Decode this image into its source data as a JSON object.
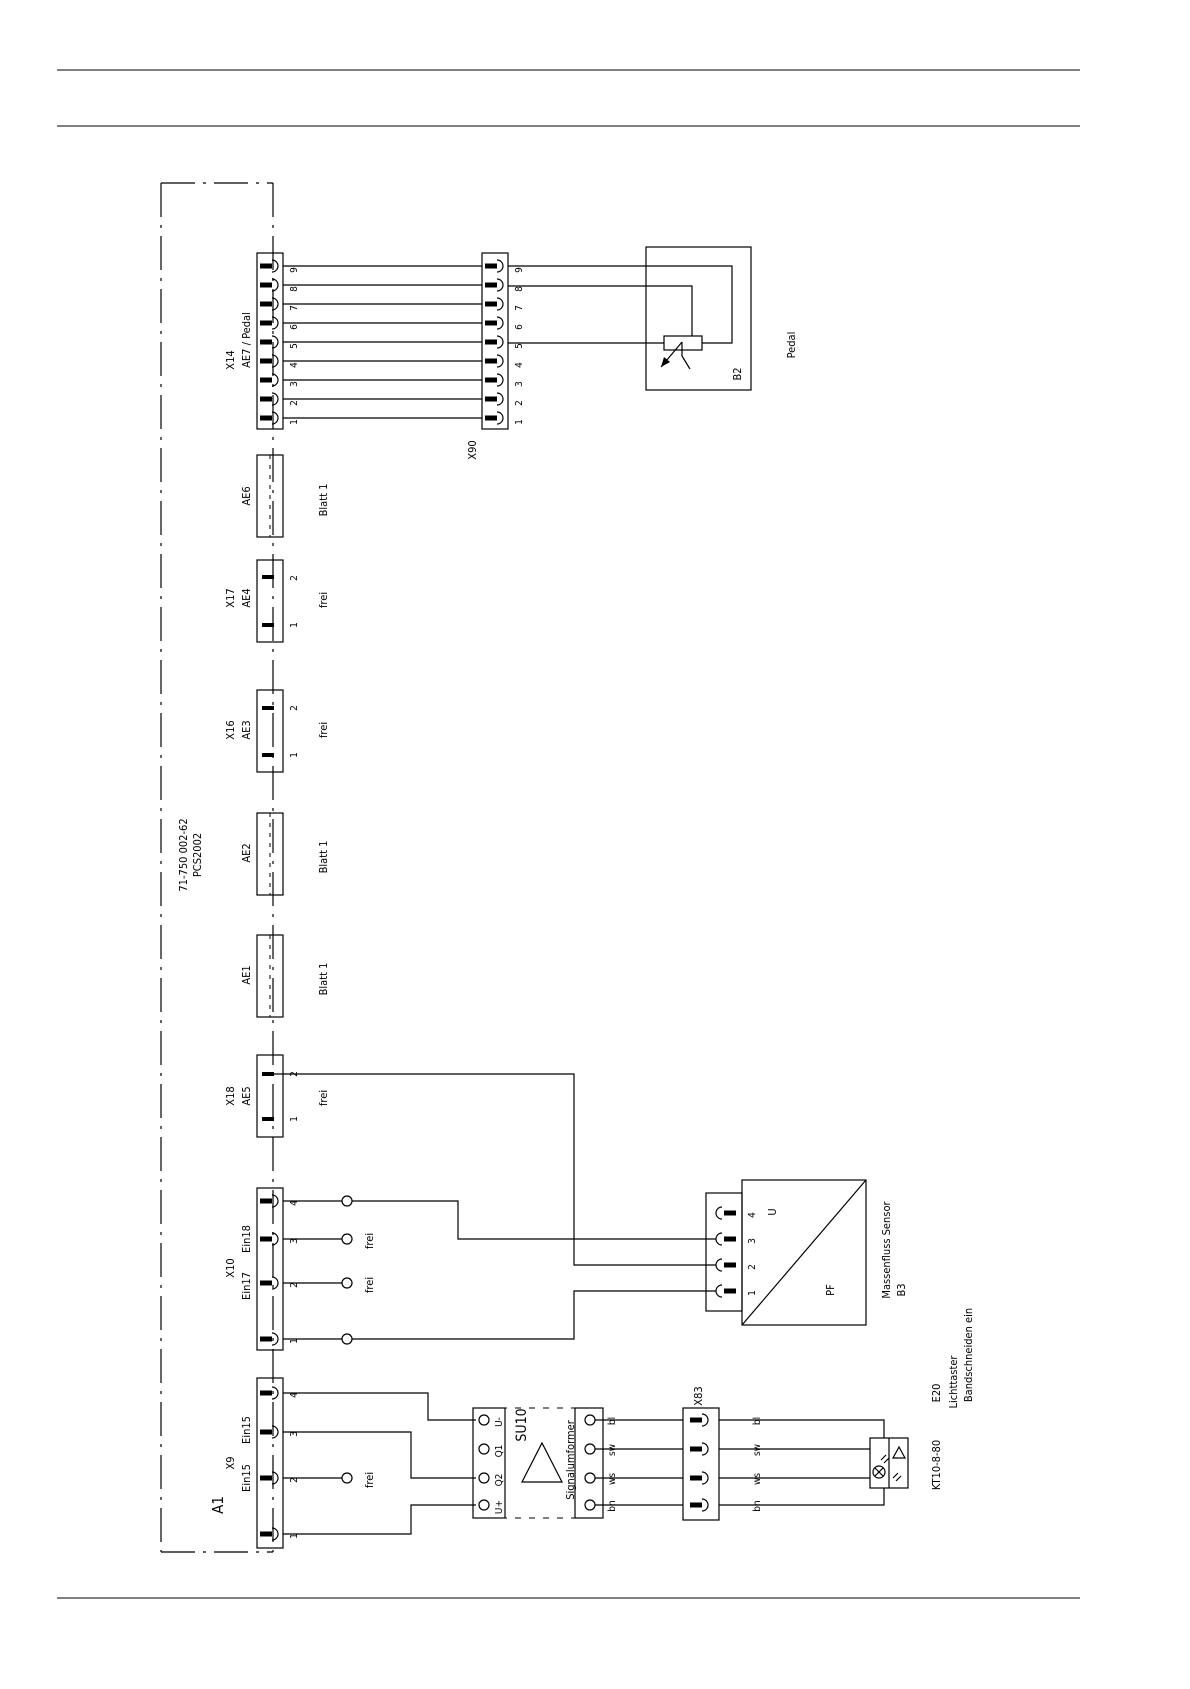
{
  "unit": {
    "name": "A1",
    "part_no": "71-750 002-62",
    "model": "PCS2002"
  },
  "connectors": {
    "x14": {
      "tag": "X14",
      "name": "AE7 / Pedal",
      "pins": [
        "1",
        "2",
        "3",
        "4",
        "5",
        "6",
        "7",
        "8",
        "9"
      ]
    },
    "x90": {
      "tag": "X90",
      "pins": [
        "1",
        "2",
        "3",
        "4",
        "5",
        "6",
        "7",
        "8",
        "9"
      ]
    },
    "ae6": {
      "name": "AE6",
      "note": "Blatt 1"
    },
    "x17": {
      "tag": "X17",
      "name": "AE4",
      "pins": [
        "1",
        "2"
      ],
      "note": "frei"
    },
    "x16": {
      "tag": "X16",
      "name": "AE3",
      "pins": [
        "1",
        "2"
      ],
      "note": "frei"
    },
    "ae2": {
      "name": "AE2",
      "note": "Blatt 1"
    },
    "ae1": {
      "name": "AE1",
      "note": "Blatt 1"
    },
    "x18": {
      "tag": "X18",
      "name": "AE5",
      "pins": [
        "1",
        "2"
      ],
      "note": "frei"
    },
    "x10": {
      "tag": "X10",
      "inputs": [
        "Ein17",
        "Ein18"
      ],
      "pins": [
        "1",
        "2",
        "3",
        "4"
      ],
      "free_labels": [
        "frei",
        "frei"
      ]
    },
    "x9": {
      "tag": "X9",
      "inputs": [
        "Ein15",
        "Ein15"
      ],
      "pins": [
        "1",
        "2",
        "3",
        "4"
      ],
      "free_labels": [
        "frei"
      ]
    },
    "x83": {
      "tag": "X83"
    }
  },
  "pedal": {
    "label": "Pedal",
    "component": "B2"
  },
  "sensor": {
    "name": "Massenfluss Sensor",
    "component": "B3",
    "pins": [
      "1",
      "2",
      "3",
      "4"
    ],
    "symbol_upper": "U",
    "symbol_lower": "PF"
  },
  "converter": {
    "name": "Signalumformer",
    "component": "SU10",
    "terminals": [
      "U+",
      "Q2",
      "Q1",
      "U-"
    ]
  },
  "wires": {
    "colors": [
      "bn",
      "ws",
      "sw",
      "bl"
    ]
  },
  "light_barrier": {
    "component": "E20",
    "type": "Lichttaster",
    "function": "Bandschneiden ein",
    "model": "KT10-8-80"
  }
}
